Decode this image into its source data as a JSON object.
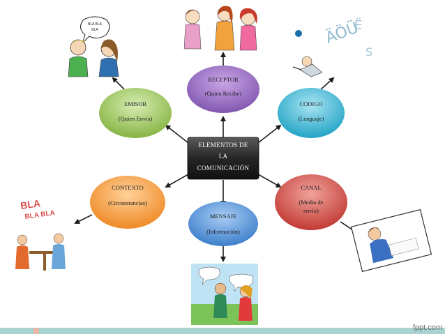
{
  "center": {
    "line1": "ELEMENTOS DE",
    "line2": "LA",
    "line3": "COMUNICACIÓN"
  },
  "nodes": {
    "receptor": {
      "title": "RECEPTOR",
      "subtitle": "(Quien Recibe)"
    },
    "emisor": {
      "title": "EMISOR",
      "subtitle": "(Quien Envía)"
    },
    "codigo": {
      "title": "CODIGO",
      "subtitle": "(Lenguaje)"
    },
    "contexto": {
      "title": "CONTEXTO",
      "subtitle": "(Circunstancias)"
    },
    "canal": {
      "title": "CANAL",
      "subtitle1": "(Medio de",
      "subtitle2": "envío)"
    },
    "mensaje": {
      "title": "MENSAJE",
      "subtitle": "(Información)"
    }
  },
  "illustrations": {
    "emisor_bubble": {
      "line1": "BLA BLA",
      "line2": "BLA"
    },
    "contexto_bubble": {
      "line1": "BLA",
      "line2": "BLA BLA"
    }
  },
  "watermark": "fppt.com",
  "colors": {
    "receptor": "#8e5fb8",
    "emisor": "#9bc35a",
    "codigo": "#38b3cf",
    "contexto": "#f39a3c",
    "canal": "#cf4a44",
    "mensaje": "#4b8fd4",
    "center": "#2f2f2f"
  }
}
